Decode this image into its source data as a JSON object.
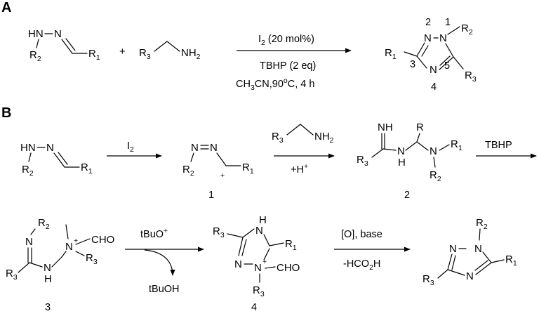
{
  "panels": {
    "a": "A",
    "b": "B"
  },
  "scheme_a": {
    "hydrazone": {
      "hn": "HN",
      "n": "N",
      "r2": "R",
      "r2_sub": "2",
      "r1": "R",
      "r1_sub": "1"
    },
    "plus": "+",
    "amine": {
      "r3": "R",
      "r3_sub": "3",
      "nh": "NH",
      "nh_sub": "2"
    },
    "conditions": {
      "line1_a": "I",
      "line1_sub": "2",
      "line1_b": " (20 mol%)",
      "line2": "TBHP (2 eq)",
      "line3_a": "CH",
      "line3_sub": "3",
      "line3_b": "CN,90",
      "line3_sup": "o",
      "line3_c": "C, 4 h"
    },
    "product": {
      "n2": "N",
      "n1": "N",
      "n4": "N",
      "pos1": "1",
      "pos2": "2",
      "pos3": "3",
      "pos4": "4",
      "pos5": "5",
      "r1": "R",
      "r1_sub": "1",
      "r2": "R",
      "r2_sub": "2",
      "r3": "R",
      "r3_sub": "3"
    }
  },
  "scheme_b": {
    "step1_reagent": "I",
    "step1_reagent_sub": "2",
    "hydrazone": {
      "hn": "HN",
      "n": "N",
      "r2": "R",
      "r2_sub": "2",
      "r1": "R",
      "r1_sub": "1"
    },
    "int1": {
      "n_a": "N",
      "n_b": "N",
      "r2": "R",
      "r2_sub": "2",
      "plus": "+",
      "r1": "R",
      "r1_sub": "1",
      "label": "1"
    },
    "step2": {
      "r3": "R",
      "r3_sub": "3",
      "nh": "NH",
      "nh_sub": "2",
      "below": "+H",
      "below_sup": "+"
    },
    "int2": {
      "nh_top": "NH",
      "r": "R",
      "r3": "R",
      "r3_sub": "3",
      "n_mid": "N",
      "h_mid": "H",
      "n_right": "N",
      "r1": "R",
      "r1_sub": "1",
      "r2": "R",
      "r2_sub": "2",
      "label": "2"
    },
    "step3_reagent": "TBHP",
    "int3": {
      "r2": "R",
      "r2_sub": "2",
      "n_imine": "N",
      "n_plus": "N",
      "plus": "+",
      "cho": "CHO",
      "r3a": "R",
      "r3a_sub": "3",
      "r3b": "R",
      "r3b_sub": "3",
      "nh": "N",
      "h": "H",
      "label": "3"
    },
    "step4": {
      "reagent": "tBuO",
      "reagent_sup": "+",
      "byproduct": "tBuOH"
    },
    "int4": {
      "r3": "R",
      "r3_sub": "3",
      "nh_n": "N",
      "nh_h": "H",
      "r1": "R",
      "r1_sub": "1",
      "n_left": "N",
      "n_plus": "N",
      "plus": "+",
      "cho": "CHO",
      "r3b": "R",
      "r3b_sub": "3",
      "label": "4"
    },
    "step5": {
      "top": "[O], base",
      "bottom_a": "-HCO",
      "bottom_sub": "2",
      "bottom_b": "H"
    },
    "product": {
      "r2": "R",
      "r2_sub": "2",
      "n_left": "N",
      "n_top": "N",
      "n_bottom": "N",
      "r1": "R",
      "r1_sub": "1",
      "r3": "R",
      "r3_sub": "3"
    }
  }
}
